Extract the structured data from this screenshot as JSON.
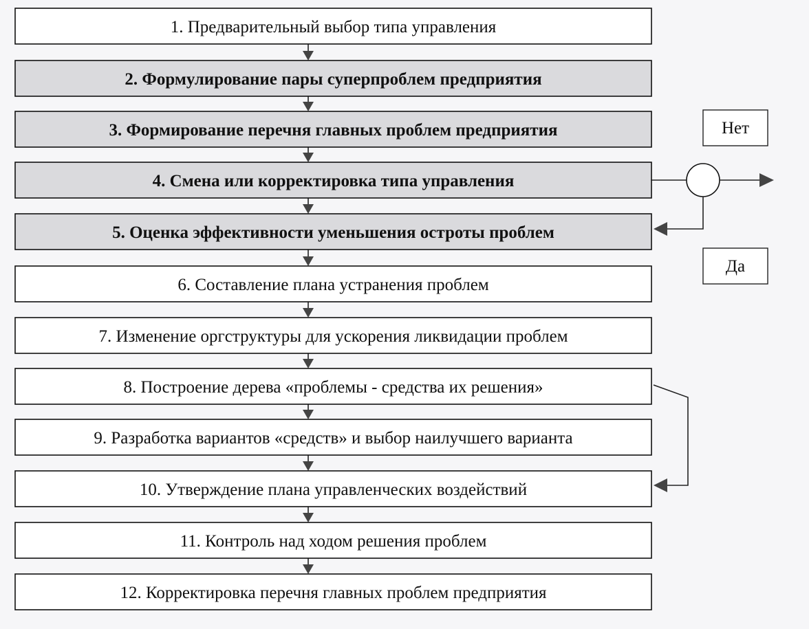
{
  "steps": [
    {
      "label": "1. Предварительный выбор типа управления",
      "emphasis": false
    },
    {
      "label": "2. Формулирование пары суперпроблем предприятия",
      "emphasis": true
    },
    {
      "label": "3. Формирование перечня главных проблем предприятия",
      "emphasis": true
    },
    {
      "label": "4. Смена или корректировка типа управления",
      "emphasis": true
    },
    {
      "label": "5. Оценка эффективности уменьшения остроты проблем",
      "emphasis": true
    },
    {
      "label": "6. Составление плана устранения проблем",
      "emphasis": false
    },
    {
      "label": "7. Изменение оргструктуры для ускорения ликвидации проблем",
      "emphasis": false
    },
    {
      "label": "8. Построение дерева «проблемы - средства их решения»",
      "emphasis": false
    },
    {
      "label": "9. Разработка вариантов «средств» и выбор наилучшего варианта",
      "emphasis": false
    },
    {
      "label": "10. Утверждение плана управленческих воздействий",
      "emphasis": false
    },
    {
      "label": "11. Контроль над ходом решения проблем",
      "emphasis": false
    },
    {
      "label": "12. Корректировка перечня главных проблем предприятия",
      "emphasis": false
    }
  ],
  "decision": {
    "no_label": "Нет",
    "yes_label": "Да"
  },
  "colors": {
    "shaded_fill": "#dadadd",
    "plain_fill": "#ffffff",
    "line": "#222222",
    "arrow": "#444444"
  }
}
